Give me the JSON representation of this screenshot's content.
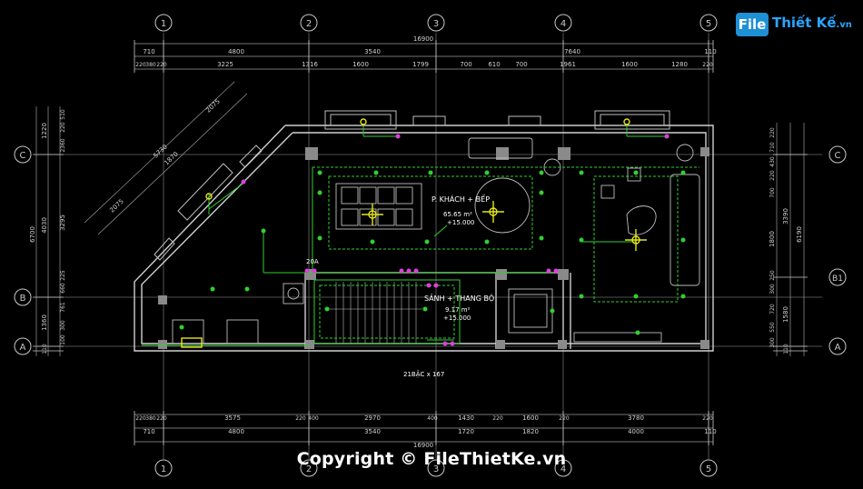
{
  "watermark": {
    "logo_prefix": "File",
    "logo_main": "Thiết Kế",
    "logo_tld": ".vn",
    "copyright": "Copyright © FileThietKe.vn"
  },
  "axes": {
    "columns": [
      "1",
      "2",
      "3",
      "4",
      "5"
    ],
    "rows_left": [
      "C",
      "B",
      "A"
    ],
    "rows_right": [
      "C",
      "B1",
      "A"
    ]
  },
  "rooms": [
    {
      "id": "living-kitchen",
      "name": "P. KHÁCH + BẾP",
      "area": "65.65 m²",
      "level": "+15.000"
    },
    {
      "id": "hall-stair",
      "name": "SẢNH + THANG BỘ",
      "area": "9.17 m²",
      "level": "+15.000"
    }
  ],
  "notes": {
    "stairs": "21BẬC x 167",
    "breaker": "20A"
  },
  "dims": {
    "top_overall": "16900",
    "top_row1": [
      "710",
      "4800",
      "3540",
      "7640",
      "110"
    ],
    "top_row2": [
      "220",
      "380",
      "220",
      "3225",
      "1316",
      "1600",
      "1799",
      "700",
      "610",
      "700",
      "1961",
      "1600",
      "1280",
      "220"
    ],
    "bottom_overall": "16900",
    "bottom_row1": [
      "220",
      "380",
      "220",
      "3575",
      "220",
      "400",
      "2970",
      "400",
      "1430",
      "220",
      "1600",
      "220",
      "3780",
      "220"
    ],
    "bottom_row2": [
      "710",
      "4800",
      "3540",
      "1720",
      "1820",
      "4000",
      "110"
    ],
    "left_overall": "6700",
    "left_row1": [
      "1220",
      "4030",
      "1360",
      "110"
    ],
    "left_row2": [
      "510",
      "220",
      "2360",
      "3295",
      "225",
      "660",
      "761",
      "300",
      "100"
    ],
    "right_overall": "6190",
    "right_row1": [
      "3390",
      "1580",
      "110"
    ],
    "right_row2": [
      "220",
      "710",
      "430",
      "220",
      "700",
      "1800",
      "250",
      "300",
      "720",
      "550",
      "300"
    ],
    "diagonal": [
      "5730",
      "1870",
      "2075",
      "2075"
    ]
  }
}
